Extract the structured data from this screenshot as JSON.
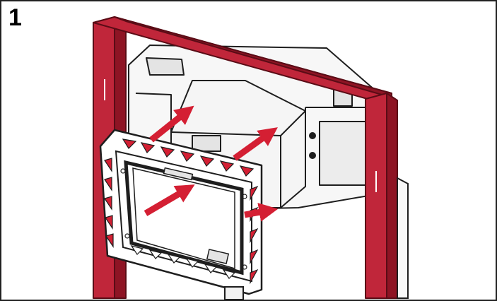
{
  "step": {
    "number": "1"
  },
  "colors": {
    "frame_red": "#c0263a",
    "frame_red_dark": "#8e1424",
    "arrow_red": "#d41f33",
    "outline": "#1e1e1e",
    "body_fill": "#f7f7f7",
    "shade_fill": "#e4e4e4",
    "plate_fill": "#ffffff"
  },
  "icons": [
    "installation-frame",
    "cistern-box",
    "mounting-plate",
    "insert-arrow"
  ]
}
